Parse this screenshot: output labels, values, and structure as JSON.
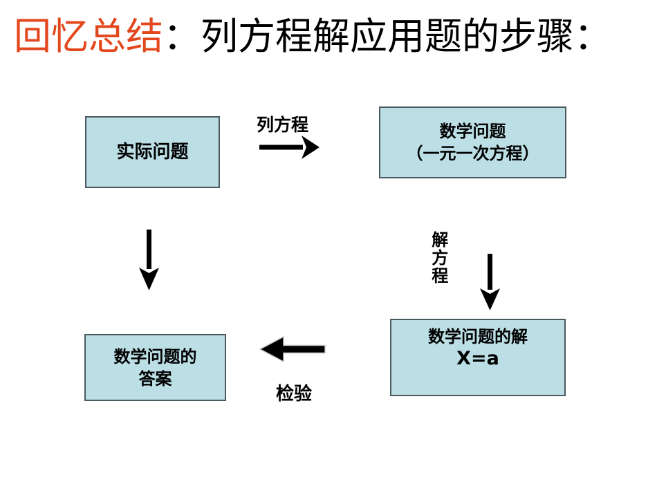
{
  "title": {
    "highlight": "回忆总结",
    "rest": "：列方程解应用题的步骤："
  },
  "flowchart": {
    "boxes": {
      "real_problem": {
        "line1": "实际问题"
      },
      "math_problem": {
        "line1": "数学问题",
        "line2": "（一元一次方程）"
      },
      "math_solution": {
        "line1": "数学问题的解",
        "line2": "X=a"
      },
      "answer": {
        "line1": "数学问题的",
        "line2": "答案"
      }
    },
    "arrow_labels": {
      "make_equation": "列方程",
      "solve_equation": "解方程",
      "check": "检验"
    }
  },
  "colors": {
    "title_highlight": "#e3471d",
    "box_fill": "#bcdfe5",
    "box_border": "#4a5a60",
    "arrow": "#000000",
    "background": "#ffffff"
  }
}
